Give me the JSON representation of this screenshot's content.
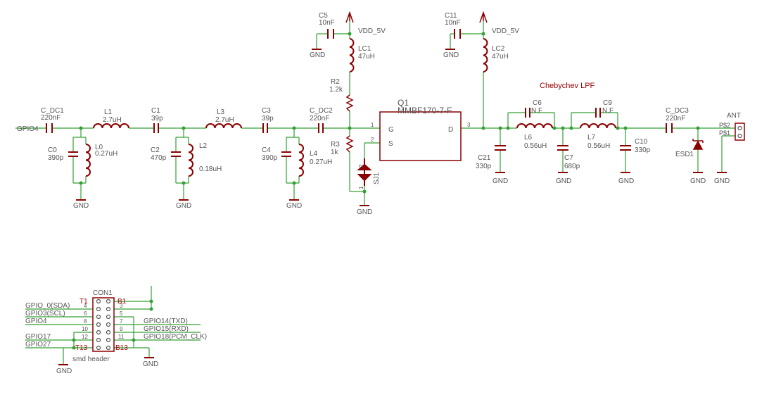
{
  "colors": {
    "wire": "#33a033",
    "part": "#8b0000",
    "text": "#555555",
    "title": "#990000"
  },
  "labels": {
    "chebychev": "Chebychev LPF",
    "gpio4_in": "GPIO4",
    "cdc1_name": "C_DC1",
    "cdc1_val": "220nF",
    "l1_name": "L1",
    "l1_val": "2.7uH",
    "c1_name": "C1",
    "c1_val": "39p",
    "l3_name": "L3",
    "l3_val": "2.7uH",
    "c3_name": "C3",
    "c3_val": "39p",
    "cdc2_name": "C_DC2",
    "cdc2_val": "220nF",
    "c0_name": "C0",
    "c0_val": "390p",
    "l0_name": "L0",
    "l0_val": "0.27uH",
    "c2_name": "C2",
    "c2_val": "470p",
    "l2_name": "L2",
    "l2_val": "0.18uH",
    "c4_name": "C4",
    "c4_val": "390p",
    "l4_name": "L4",
    "l4_val": "0.27uH",
    "c5_name": "C5",
    "c5_val": "10nF",
    "vdd1": "VDD_5V",
    "lc1_name": "LC1",
    "lc1_val": "47uH",
    "r2_name": "R2",
    "r2_val": "1.2k",
    "r3_name": "R3",
    "r3_val": "1k",
    "sj1": "SJ1",
    "q1_name": "Q1",
    "q1_val": "MMBF170-7-F",
    "q1_g": "G",
    "q1_s": "S",
    "q1_d": "D",
    "pin1": "1",
    "pin2": "2",
    "pin3": "3",
    "c11_name": "C11",
    "c11_val": "10nF",
    "vdd2": "VDD_5V",
    "lc2_name": "LC2",
    "lc2_val": "47uH",
    "c6_name": "C6",
    "c6_val": "N.F",
    "c9_name": "C9",
    "c9_val": "N.F",
    "l6_name": "L6",
    "l6_val": "0.56uH",
    "l7_name": "L7",
    "l7_val": "0.56uH",
    "c21_name": "C21",
    "c21_val": "330p",
    "c7_name": "C7",
    "c7_val": "680p",
    "c10_name": "C10",
    "c10_val": "330p",
    "cdc3_name": "C_DC3",
    "cdc3_val": "220nF",
    "esd1": "ESD1",
    "ant": "ANT",
    "ps2": "P$2",
    "ps1": "P$1",
    "gnd": "GND",
    "con1": "CON1",
    "t1": "T1",
    "b1": "B1",
    "t13": "T13",
    "b13": "B13",
    "smd": "smd header",
    "hp3": "3",
    "hp4": "4",
    "hp5": "5",
    "hp6": "6",
    "hp7": "7",
    "hp8": "8",
    "hp9": "9",
    "hp10": "10",
    "hp11": "11",
    "hp12": "12",
    "g0": "GPIO_0(SDA)",
    "g3": "GPIO3(SCL)",
    "g4": "GPIO4",
    "g17": "GPIO17",
    "g27": "GPIO27",
    "g14": "GPIO14(TXD)",
    "g15": "GPIO15(RXD)",
    "g18": "GPIO18(PCM_CLK)"
  }
}
